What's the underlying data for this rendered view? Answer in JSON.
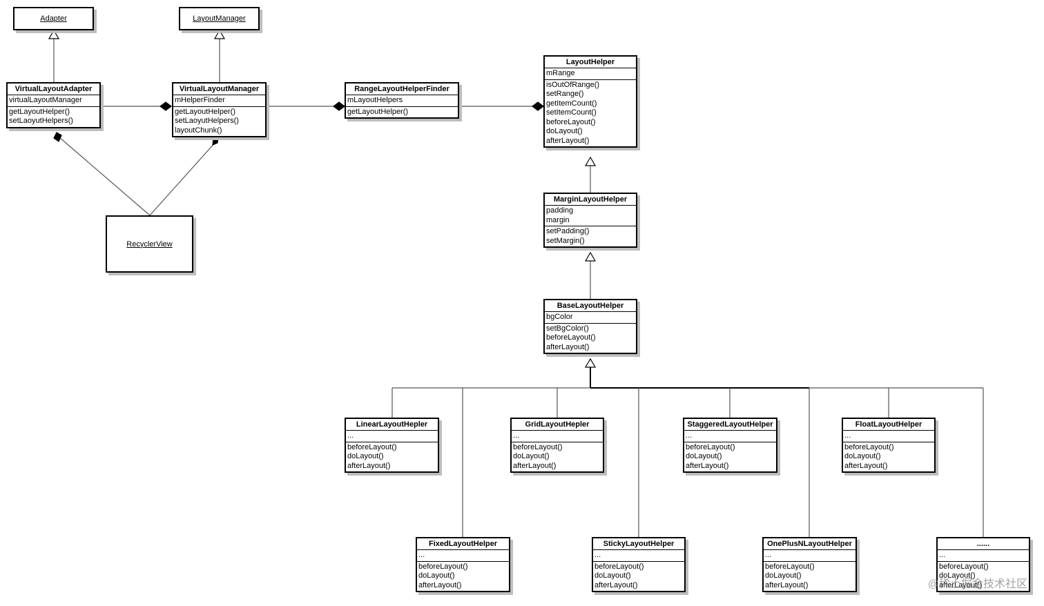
{
  "interfaces": {
    "adapter": "Adapter",
    "layout_manager": "LayoutManager",
    "recycler_view": "RecyclerView"
  },
  "classes": {
    "virtual_layout_adapter": {
      "name": "VirtualLayoutAdapter",
      "fields": [
        "virtualLayoutManager"
      ],
      "methods": [
        "getLayoutHelper()",
        "setLaoyutHelpers()"
      ]
    },
    "virtual_layout_manager": {
      "name": "VirtualLayoutManager",
      "fields": [
        "mHelperFinder"
      ],
      "methods": [
        "getLayoutHelper()",
        "setLaoyutHelpers()",
        "layoutChunk()"
      ]
    },
    "range_layout_helper_finder": {
      "name": "RangeLayoutHelperFinder",
      "fields": [
        "mLayoutHelpers"
      ],
      "methods": [
        "getLayoutHelper()"
      ]
    },
    "layout_helper": {
      "name": "LayoutHelper",
      "fields": [
        "mRange"
      ],
      "methods": [
        "isOutOfRange()",
        "setRange()",
        "getItemCount()",
        "setItemCount()",
        "beforeLayout()",
        "doLayout()",
        "afterLayout()"
      ]
    },
    "margin_layout_helper": {
      "name": "MarginLayoutHelper",
      "fields": [
        "padding",
        "margin"
      ],
      "methods": [
        "setPadding()",
        "setMargin()"
      ]
    },
    "base_layout_helper": {
      "name": "BaseLayoutHelper",
      "fields": [
        "bgColor"
      ],
      "methods": [
        "setBgColor()",
        "beforeLayout()",
        "afterLayout()"
      ]
    },
    "linear_layout_hepler": {
      "name": "LinearLayoutHepler",
      "fields": [
        "..."
      ],
      "methods": [
        "beforeLayout()",
        "doLayout()",
        "afterLayout()"
      ]
    },
    "grid_layout_hepler": {
      "name": "GridLayoutHepler",
      "fields": [
        "..."
      ],
      "methods": [
        "beforeLayout()",
        "doLayout()",
        "afterLayout()"
      ]
    },
    "staggered_layout_helper": {
      "name": "StaggeredLayoutHelper",
      "fields": [
        "..."
      ],
      "methods": [
        "beforeLayout()",
        "doLayout()",
        "afterLayout()"
      ]
    },
    "float_layout_helper": {
      "name": "FloatLayoutHelper",
      "fields": [
        "..."
      ],
      "methods": [
        "beforeLayout()",
        "doLayout()",
        "afterLayout()"
      ]
    },
    "fixed_layout_helper": {
      "name": "FixedLayoutHelper",
      "fields": [
        "..."
      ],
      "methods": [
        "beforeLayout()",
        "doLayout()",
        "afterLayout()"
      ]
    },
    "sticky_layout_helper": {
      "name": "StickyLayoutHelper",
      "fields": [
        "..."
      ],
      "methods": [
        "beforeLayout()",
        "doLayout()",
        "afterLayout()"
      ]
    },
    "one_plus_n_layout_helper": {
      "name": "OnePlusNLayoutHelper",
      "fields": [
        "..."
      ],
      "methods": [
        "beforeLayout()",
        "doLayout()",
        "afterLayout()"
      ]
    },
    "more_helpers": {
      "name": "......",
      "fields": [
        "..."
      ],
      "methods": [
        "beforeLayout()",
        "doLayout()",
        "afterLayout()"
      ]
    }
  },
  "watermark": "@稀土掘金技术社区"
}
